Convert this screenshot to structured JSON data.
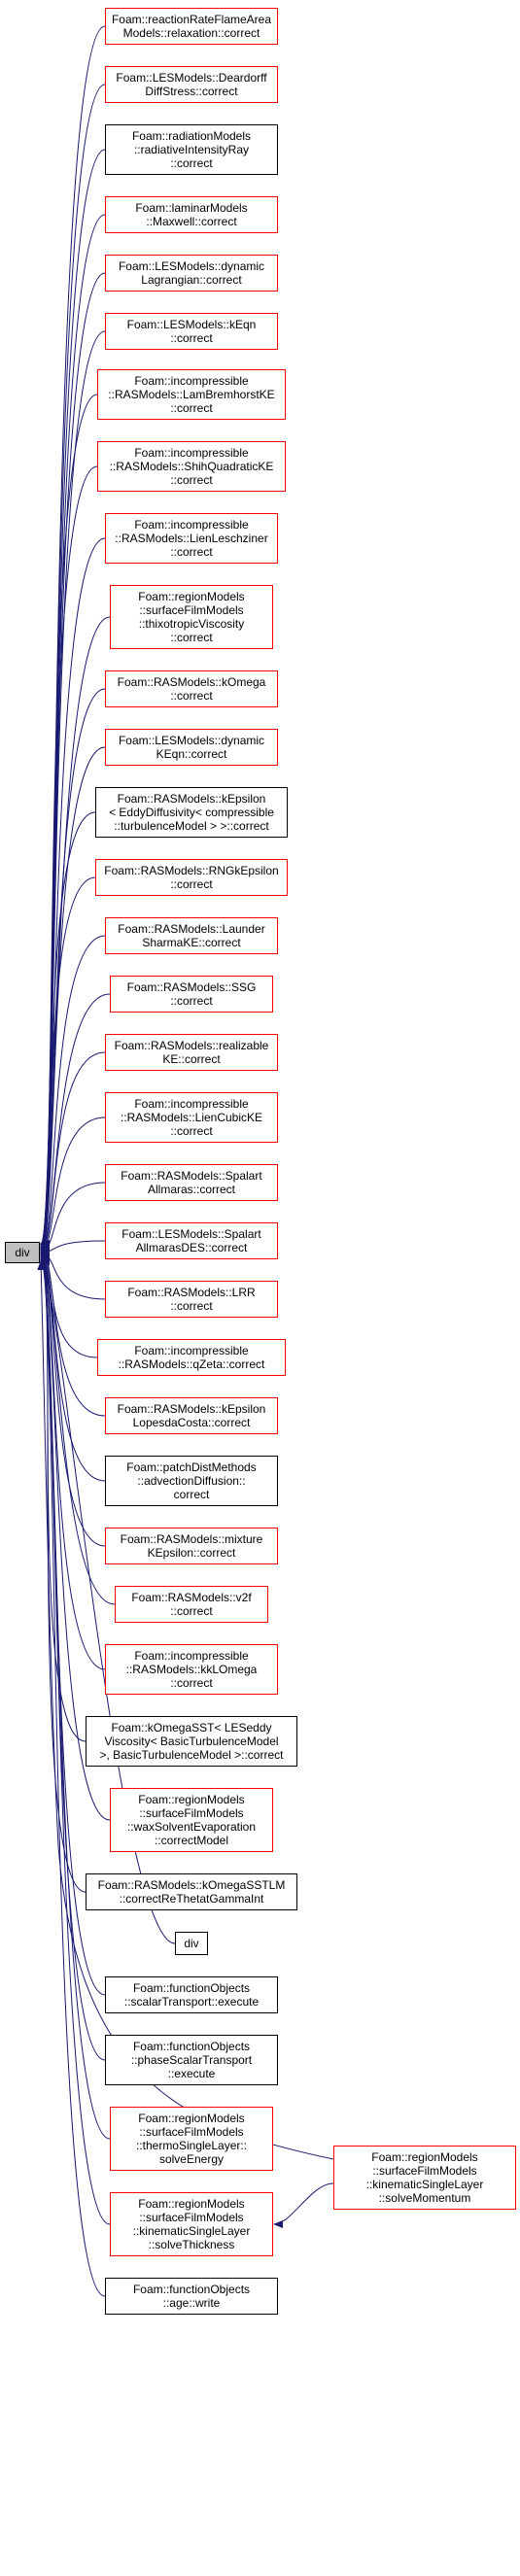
{
  "diagram": {
    "root": {
      "lines": [
        "div"
      ]
    },
    "callers": [
      {
        "id": "n1",
        "lines": [
          "Foam::reactionRateFlameArea",
          "Models::relaxation::correct"
        ],
        "border": "red"
      },
      {
        "id": "n2",
        "lines": [
          "Foam::LESModels::Deardorff",
          "DiffStress::correct"
        ],
        "border": "red"
      },
      {
        "id": "n3",
        "lines": [
          "Foam::radiationModels",
          "::radiativeIntensityRay",
          "::correct"
        ],
        "border": "black"
      },
      {
        "id": "n4",
        "lines": [
          "Foam::laminarModels",
          "::Maxwell::correct"
        ],
        "border": "red"
      },
      {
        "id": "n5",
        "lines": [
          "Foam::LESModels::dynamic",
          "Lagrangian::correct"
        ],
        "border": "red"
      },
      {
        "id": "n6",
        "lines": [
          "Foam::LESModels::kEqn",
          "::correct"
        ],
        "border": "red"
      },
      {
        "id": "n7",
        "lines": [
          "Foam::incompressible",
          "::RASModels::LamBremhorstKE",
          "::correct"
        ],
        "border": "red"
      },
      {
        "id": "n8",
        "lines": [
          "Foam::incompressible",
          "::RASModels::ShihQuadraticKE",
          "::correct"
        ],
        "border": "red"
      },
      {
        "id": "n9",
        "lines": [
          "Foam::incompressible",
          "::RASModels::LienLeschziner",
          "::correct"
        ],
        "border": "red"
      },
      {
        "id": "n10",
        "lines": [
          "Foam::regionModels",
          "::surfaceFilmModels",
          "::thixotropicViscosity",
          "::correct"
        ],
        "border": "red"
      },
      {
        "id": "n11",
        "lines": [
          "Foam::RASModels::kOmega",
          "::correct"
        ],
        "border": "red"
      },
      {
        "id": "n12",
        "lines": [
          "Foam::LESModels::dynamic",
          "KEqn::correct"
        ],
        "border": "red"
      },
      {
        "id": "n13",
        "lines": [
          "Foam::RASModels::kEpsilon",
          "< EddyDiffusivity< compressible",
          "::turbulenceModel > >::correct"
        ],
        "border": "black"
      },
      {
        "id": "n14",
        "lines": [
          "Foam::RASModels::RNGkEpsilon",
          "::correct"
        ],
        "border": "red"
      },
      {
        "id": "n15",
        "lines": [
          "Foam::RASModels::Launder",
          "SharmaKE::correct"
        ],
        "border": "red"
      },
      {
        "id": "n16",
        "lines": [
          "Foam::RASModels::SSG",
          "::correct"
        ],
        "border": "red"
      },
      {
        "id": "n17",
        "lines": [
          "Foam::RASModels::realizable",
          "KE::correct"
        ],
        "border": "red"
      },
      {
        "id": "n18",
        "lines": [
          "Foam::incompressible",
          "::RASModels::LienCubicKE",
          "::correct"
        ],
        "border": "red"
      },
      {
        "id": "n19",
        "lines": [
          "Foam::RASModels::Spalart",
          "Allmaras::correct"
        ],
        "border": "red"
      },
      {
        "id": "n20",
        "lines": [
          "Foam::LESModels::Spalart",
          "AllmarasDES::correct"
        ],
        "border": "red"
      },
      {
        "id": "n21",
        "lines": [
          "Foam::RASModels::LRR",
          "::correct"
        ],
        "border": "red"
      },
      {
        "id": "n22",
        "lines": [
          "Foam::incompressible",
          "::RASModels::qZeta::correct"
        ],
        "border": "red"
      },
      {
        "id": "n23",
        "lines": [
          "Foam::RASModels::kEpsilon",
          "LopesdaCosta::correct"
        ],
        "border": "red"
      },
      {
        "id": "n24",
        "lines": [
          "Foam::patchDistMethods",
          "::advectionDiffusion::",
          "correct"
        ],
        "border": "black"
      },
      {
        "id": "n25",
        "lines": [
          "Foam::RASModels::mixture",
          "KEpsilon::correct"
        ],
        "border": "red"
      },
      {
        "id": "n26",
        "lines": [
          "Foam::RASModels::v2f",
          "::correct"
        ],
        "border": "red"
      },
      {
        "id": "n27",
        "lines": [
          "Foam::incompressible",
          "::RASModels::kkLOmega",
          "::correct"
        ],
        "border": "red"
      },
      {
        "id": "n28",
        "lines": [
          "Foam::kOmegaSST< LESeddy",
          "Viscosity< BasicTurbulenceModel",
          ">, BasicTurbulenceModel >::correct"
        ],
        "border": "black"
      },
      {
        "id": "n29",
        "lines": [
          "Foam::regionModels",
          "::surfaceFilmModels",
          "::waxSolventEvaporation",
          "::correctModel"
        ],
        "border": "red"
      },
      {
        "id": "n30",
        "lines": [
          "Foam::RASModels::kOmegaSSTLM",
          "::correctReThetatGammaInt"
        ],
        "border": "black"
      },
      {
        "id": "n31",
        "lines": [
          "div"
        ],
        "border": "black"
      },
      {
        "id": "n32",
        "lines": [
          "Foam::functionObjects",
          "::scalarTransport::execute"
        ],
        "border": "black"
      },
      {
        "id": "n33",
        "lines": [
          "Foam::functionObjects",
          "::phaseScalarTransport",
          "::execute"
        ],
        "border": "black"
      },
      {
        "id": "n34",
        "lines": [
          "Foam::regionModels",
          "::surfaceFilmModels",
          "::thermoSingleLayer::",
          "solveEnergy"
        ],
        "border": "red"
      },
      {
        "id": "n35",
        "lines": [
          "Foam::regionModels",
          "::surfaceFilmModels",
          "::kinematicSingleLayer",
          "::solveThickness"
        ],
        "border": "red"
      },
      {
        "id": "n36",
        "lines": [
          "Foam::functionObjects",
          "::age::write"
        ],
        "border": "black"
      }
    ],
    "secondary": {
      "id": "n37",
      "lines": [
        "Foam::regionModels",
        "::surfaceFilmModels",
        "::kinematicSingleLayer",
        "::solveMomentum"
      ],
      "border": "red",
      "calls": "n35"
    },
    "colors": {
      "edge": "#191970",
      "red_border": "#ff0000",
      "black_border": "#000000",
      "root_fill": "#bfbfbf"
    }
  }
}
